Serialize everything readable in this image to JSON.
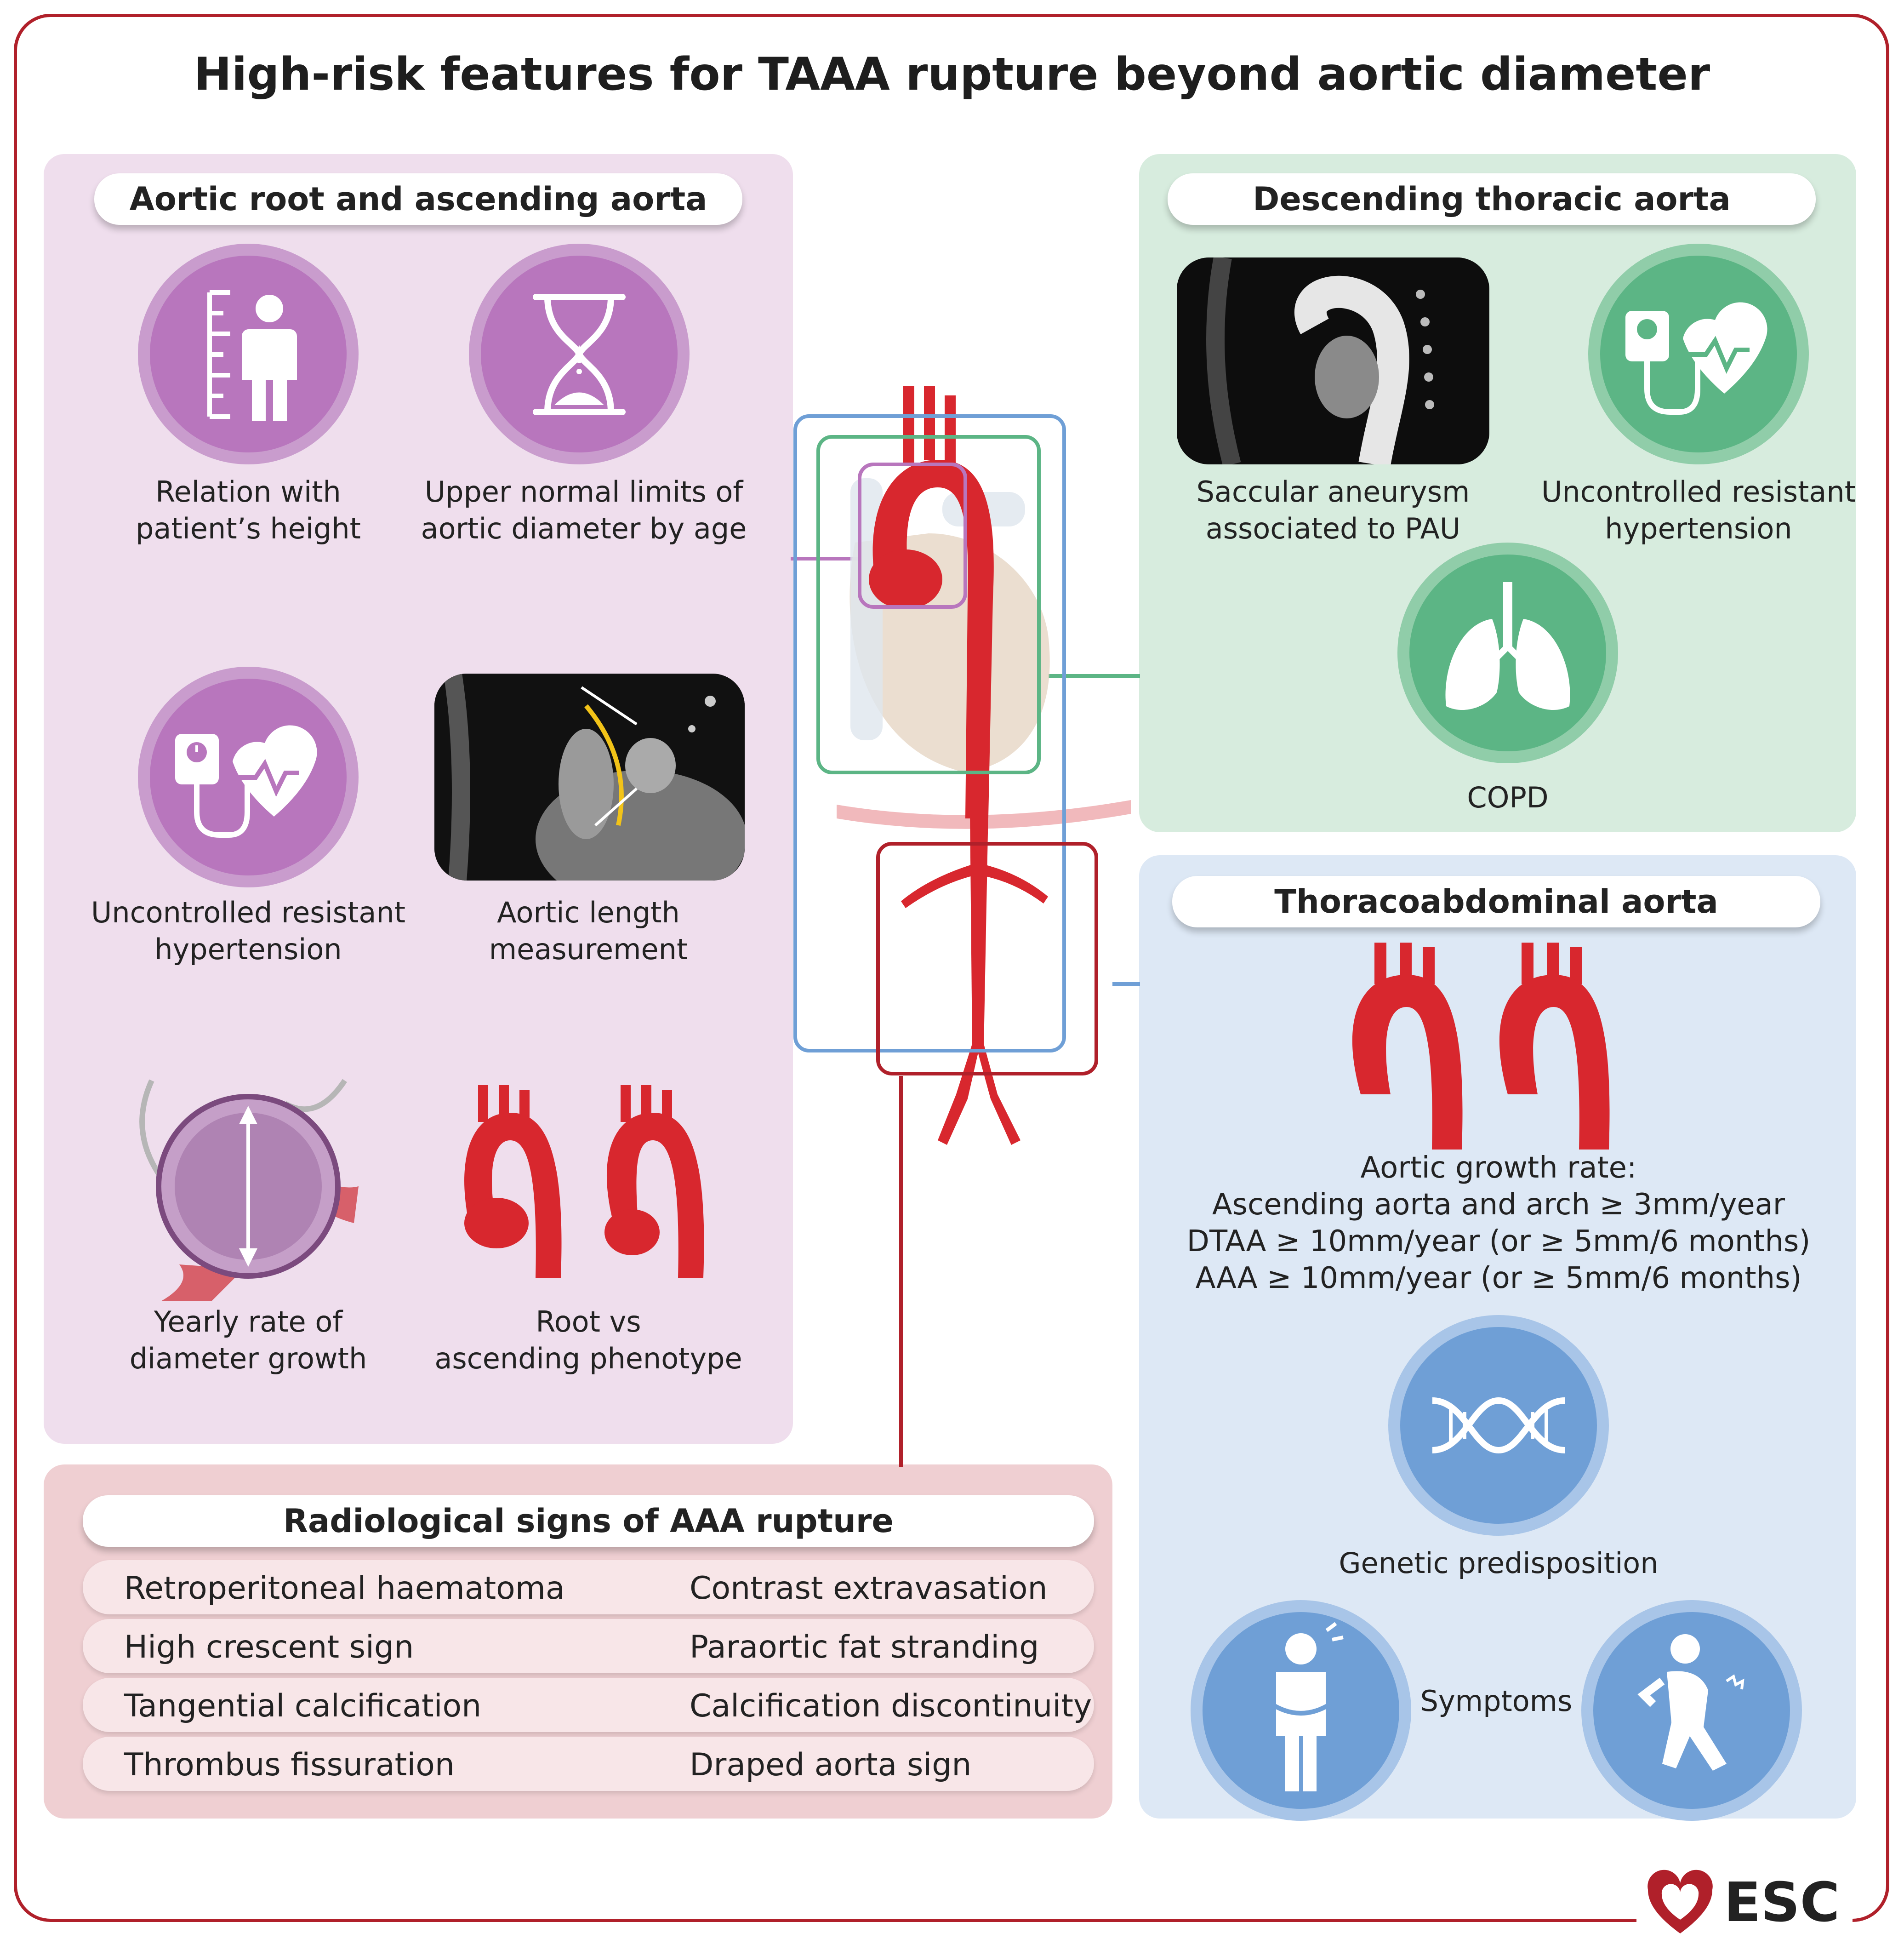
{
  "title": "High-risk features for TAAA rupture beyond aortic diameter",
  "colors": {
    "brand_red": "#b0202a",
    "purple": "#b876bd",
    "purple_bg": "#efdeed",
    "green": "#5cb585",
    "green_bg": "#d7ecde",
    "blue": "#6f9fd6",
    "blue_bg": "#dde8f5",
    "red_bg": "#efcfd2",
    "aorta_red": "#d8272e"
  },
  "root_panel": {
    "heading": "Aortic root and ascending aorta",
    "items": [
      {
        "icon": "height-ruler-person-icon",
        "caption": [
          "Relation with",
          "patient’s height"
        ]
      },
      {
        "icon": "hourglass-icon",
        "caption": [
          "Upper normal limits of",
          "aortic diameter by age"
        ]
      },
      {
        "icon": "blood-pressure-heart-icon",
        "caption": [
          "Uncontrolled resistant",
          "hypertension"
        ]
      },
      {
        "icon": "ct-aortic-length-image",
        "caption": [
          "Aortic length",
          "measurement"
        ]
      },
      {
        "icon": "aneurysm-diameter-icon",
        "caption": [
          "Yearly rate of",
          "diameter growth"
        ]
      },
      {
        "icon": "aortic-phenotype-icon",
        "caption": [
          "Root vs",
          "ascending phenotype"
        ]
      }
    ]
  },
  "descending_panel": {
    "heading": "Descending thoracic aorta",
    "items": [
      {
        "icon": "ct-saccular-aneurysm-image",
        "caption": [
          "Saccular aneurysm",
          "associated to PAU"
        ]
      },
      {
        "icon": "blood-pressure-heart-icon",
        "caption": [
          "Uncontrolled resistant",
          "hypertension"
        ]
      },
      {
        "icon": "lungs-icon",
        "caption": [
          "COPD"
        ]
      }
    ]
  },
  "thoracoabdominal_panel": {
    "heading": "Thoracoabdominal aorta",
    "growth_lines": [
      "Aortic growth rate:",
      "Ascending aorta and arch ≥ 3mm/year",
      "DTAA ≥ 10mm/year (or ≥ 5mm/6 months)",
      "AAA ≥ 10mm/year (or ≥ 5mm/6 months)"
    ],
    "genetic": "Genetic predisposition",
    "symptoms": "Symptoms"
  },
  "radiology_panel": {
    "heading": "Radiological signs of AAA rupture",
    "rows": [
      [
        "Retroperitoneal haematoma",
        "Contrast extravasation"
      ],
      [
        "High crescent sign",
        "Paraortic fat stranding"
      ],
      [
        "Tangential calcification",
        "Calcification discontinuity"
      ],
      [
        "Thrombus fissuration",
        "Draped aorta sign"
      ]
    ]
  },
  "logo": {
    "text": "ESC"
  }
}
